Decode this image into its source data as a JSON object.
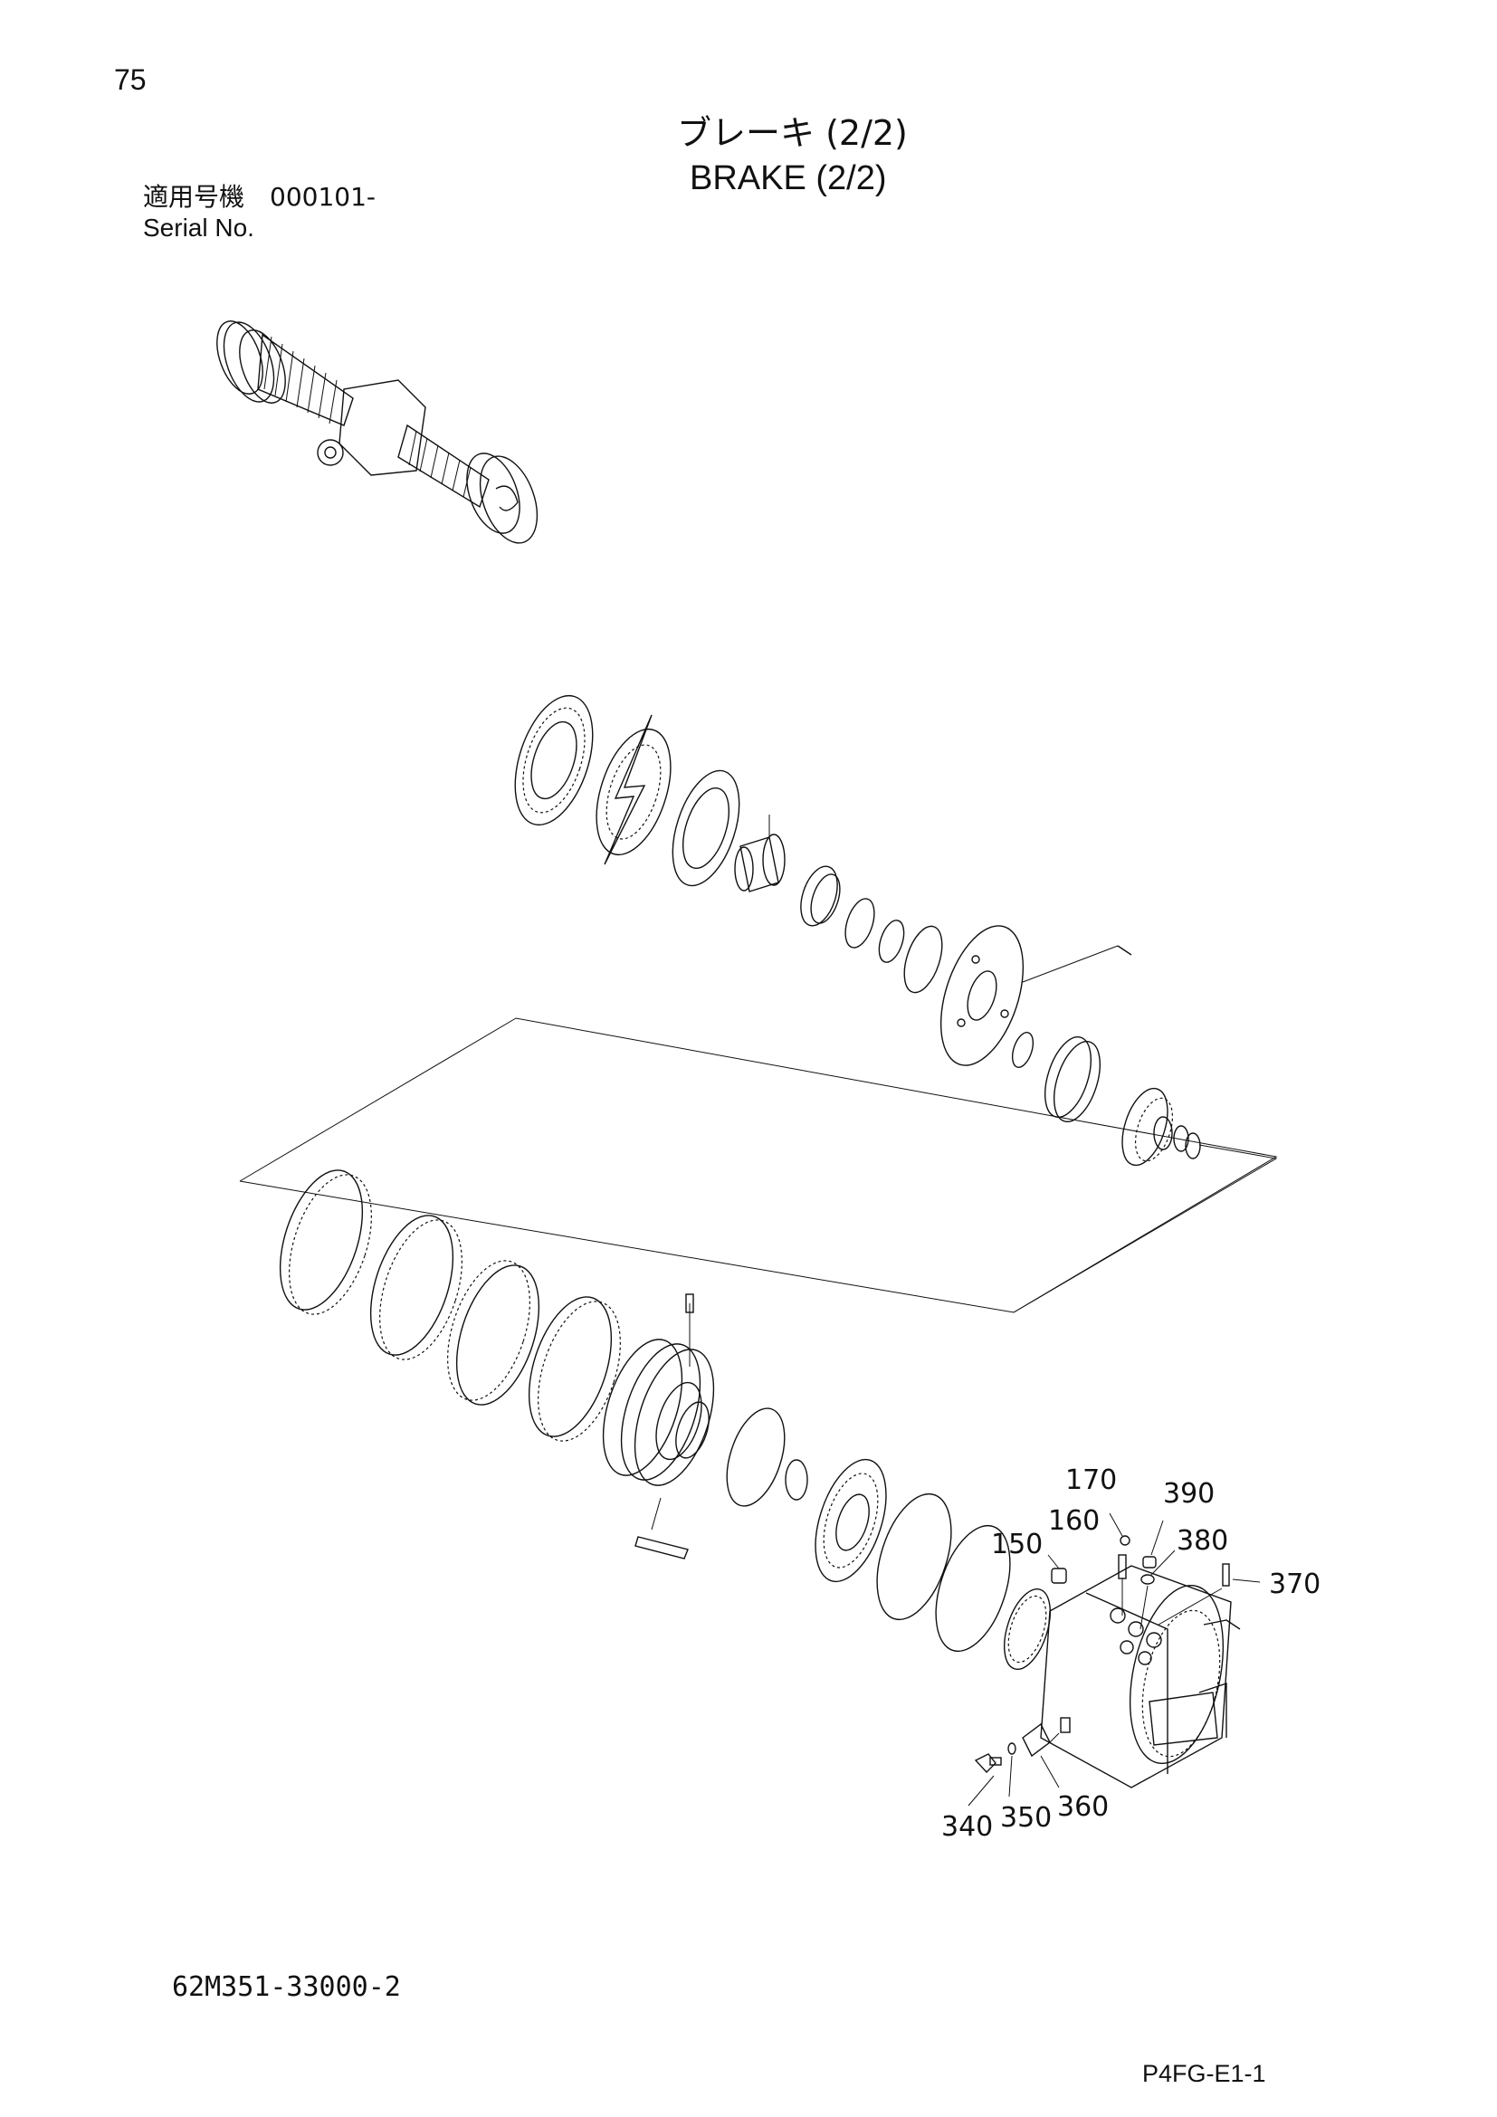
{
  "header": {
    "page_number": "75",
    "title_jp": "ブレーキ (2/2)",
    "title_en": "BRAKE (2/2)",
    "serial_label_jp": "適用号機　000101-",
    "serial_label_en": "Serial No."
  },
  "footer": {
    "drawing_number": "62M351-33000-2",
    "page_code": "P4FG-E1-1"
  },
  "callouts": [
    {
      "id": "150",
      "label": "150"
    },
    {
      "id": "160",
      "label": "160"
    },
    {
      "id": "170",
      "label": "170"
    },
    {
      "id": "340",
      "label": "340"
    },
    {
      "id": "350",
      "label": "350"
    },
    {
      "id": "360",
      "label": "360"
    },
    {
      "id": "370",
      "label": "370"
    },
    {
      "id": "380",
      "label": "380"
    },
    {
      "id": "390",
      "label": "390"
    }
  ]
}
